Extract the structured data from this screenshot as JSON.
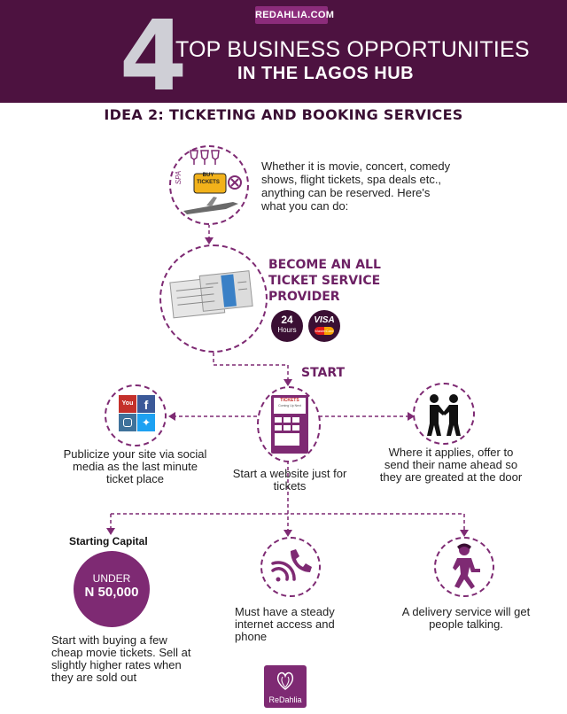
{
  "header": {
    "site": "REDAHLIA.COM",
    "number": "4",
    "title_line1": "TOP BUSINESS OPPORTUNITIES",
    "title_line2": "IN THE LAGOS HUB"
  },
  "idea_title": "IDEA 2: TICKETING AND BOOKING SERVICES",
  "intro": {
    "text": "Whether it is movie, concert, comedy shows, flight tickets, spa deals etc., anything can be reserved. Here's what you can do:",
    "ticket_label": "BUY TICKETS",
    "spa_label": "SPA"
  },
  "provider": {
    "heading": "BECOME AN ALL TICKET SERVICE PROVIDER",
    "badge_24_num": "24",
    "badge_24_label": "Hours",
    "badge_visa": "VISA",
    "badge_master": "MasterCard"
  },
  "start_label": "START",
  "social": {
    "text": "Publicize your site via social media as the last minute ticket place"
  },
  "website": {
    "text": "Start a website just for tickets",
    "screen_title": "TICKETS",
    "screen_sub": "Coming Up Next"
  },
  "handshake": {
    "text": "Where it applies, offer to send their name ahead so they are greated at the door"
  },
  "capital": {
    "heading": "Starting Capital",
    "under": "UNDER",
    "amount": "N 50,000",
    "text": "Start with buying a few cheap movie tickets. Sell at slightly higher rates when they are sold out"
  },
  "internet": {
    "text": "Must have a steady internet access and phone"
  },
  "delivery": {
    "text": "A delivery service will get people talking."
  },
  "footer": {
    "logo_text": "ReDahlia"
  },
  "colors": {
    "header_bg": "#4d1240",
    "accent": "#7e2a73",
    "dark_purple": "#3a0f33"
  }
}
